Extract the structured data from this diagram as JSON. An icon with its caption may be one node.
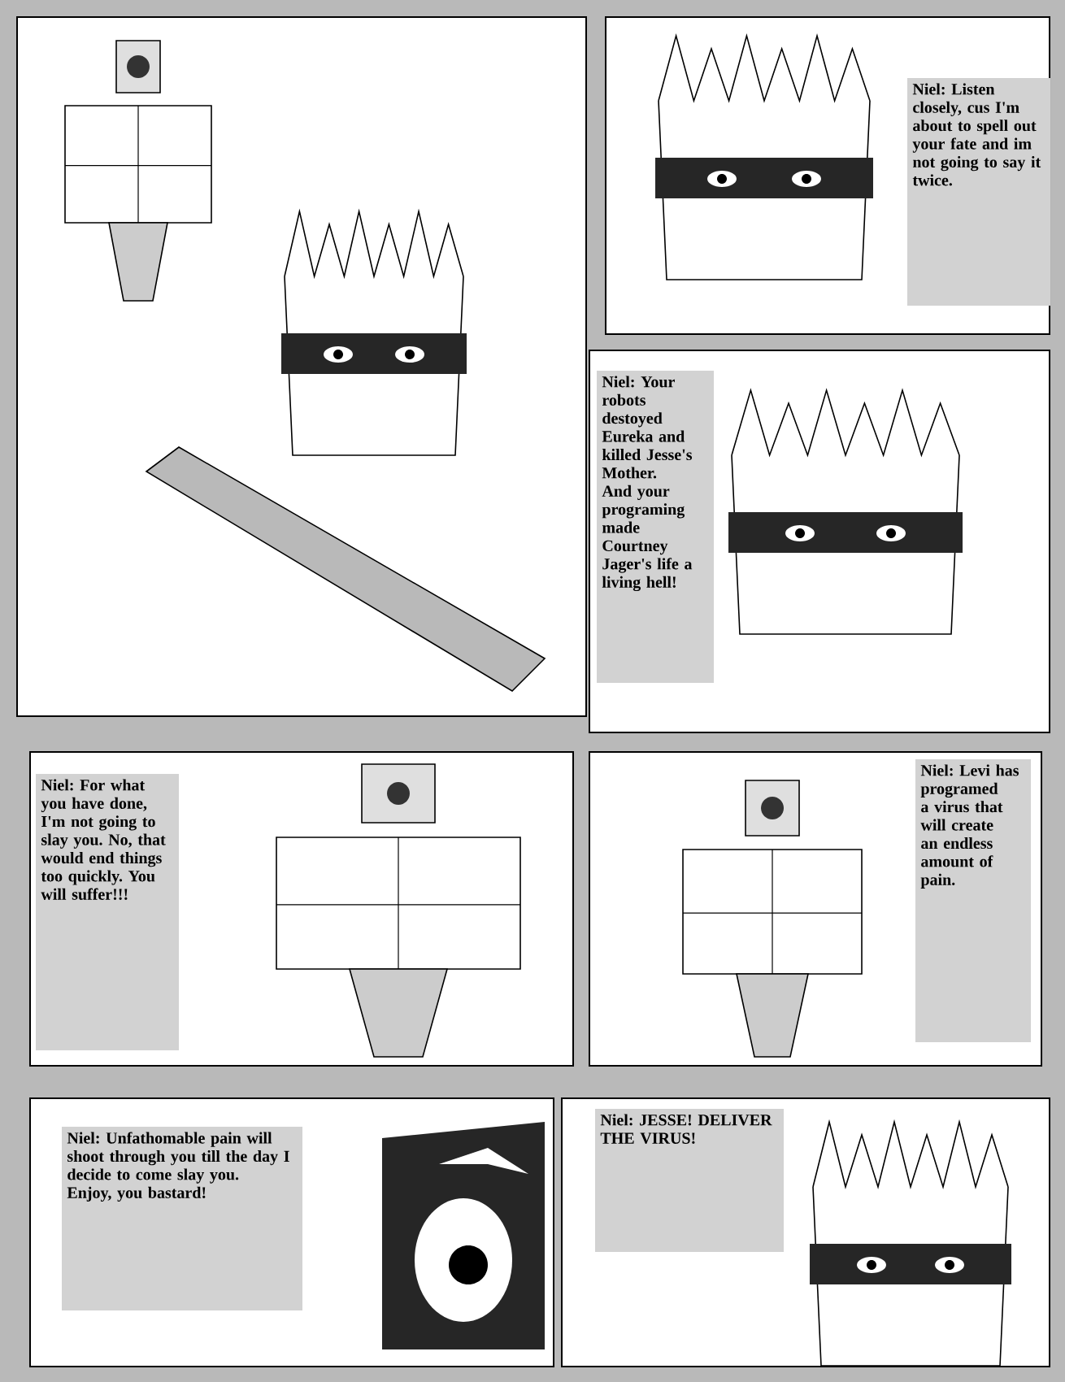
{
  "diagram": {
    "nodes": [
      {
        "text": [],
        "shape": "picture"
      },
      {
        "text": [],
        "shape": "picture"
      },
      {
        "text": [
          "Niel: Listen closely, cus I'm about to spell out your fate and im not going to say it twice."
        ],
        "in": 1
      },
      {
        "text": [],
        "shape": "picture"
      },
      {
        "text": [
          "Niel: Your robots destoyed Eureka and killed Jesse's Mother. And your programing made Courtney Jager's life a living hell!"
        ],
        "in": 3
      },
      {
        "text": [],
        "shape": "picture"
      },
      {
        "text": [
          "Niel: For what you have done, I'm not going to slay you. No, that would end things too quickly. You will suffer!!!"
        ],
        "in": 5
      },
      {
        "text": [],
        "shape": "picture"
      },
      {
        "text": [
          "Niel: Levi has programed a virus that will create an endless amount of pain."
        ],
        "in": 7
      },
      {
        "text": [],
        "shape": "picture"
      },
      {
        "text": [
          "Niel: Unfathomable pain will shoot through you till the day I decide to come slay you.",
          "Enjoy, you bastard!"
        ],
        "in": 9
      },
      {
        "text": [],
        "shape": "picture"
      },
      {
        "text": [
          "Niel: JESSE! DELIVER THE VIRUS!"
        ],
        "in": 11
      }
    ]
  }
}
